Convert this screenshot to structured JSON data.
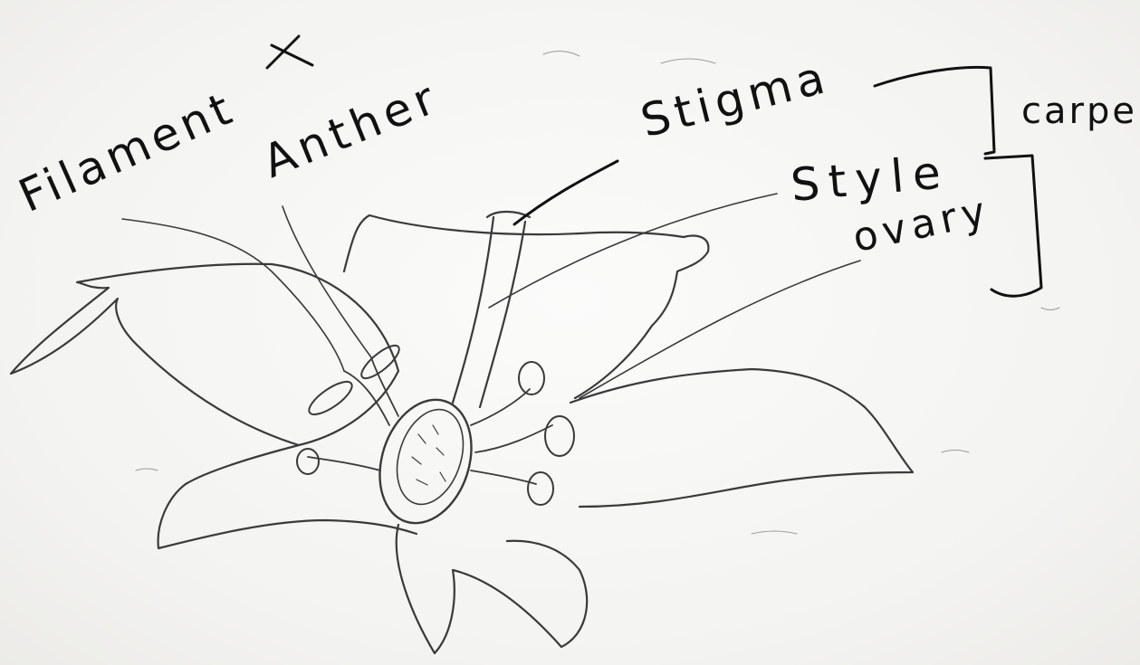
{
  "labels": {
    "filament": "Filament",
    "anther": "Anther",
    "stigma": "Stigma",
    "style": "Style",
    "ovary": "ovary",
    "carpel": "carpel"
  },
  "colors": {
    "paper": "#f4f4f2",
    "pencil": "#3a3a3a",
    "ink": "#111111"
  }
}
